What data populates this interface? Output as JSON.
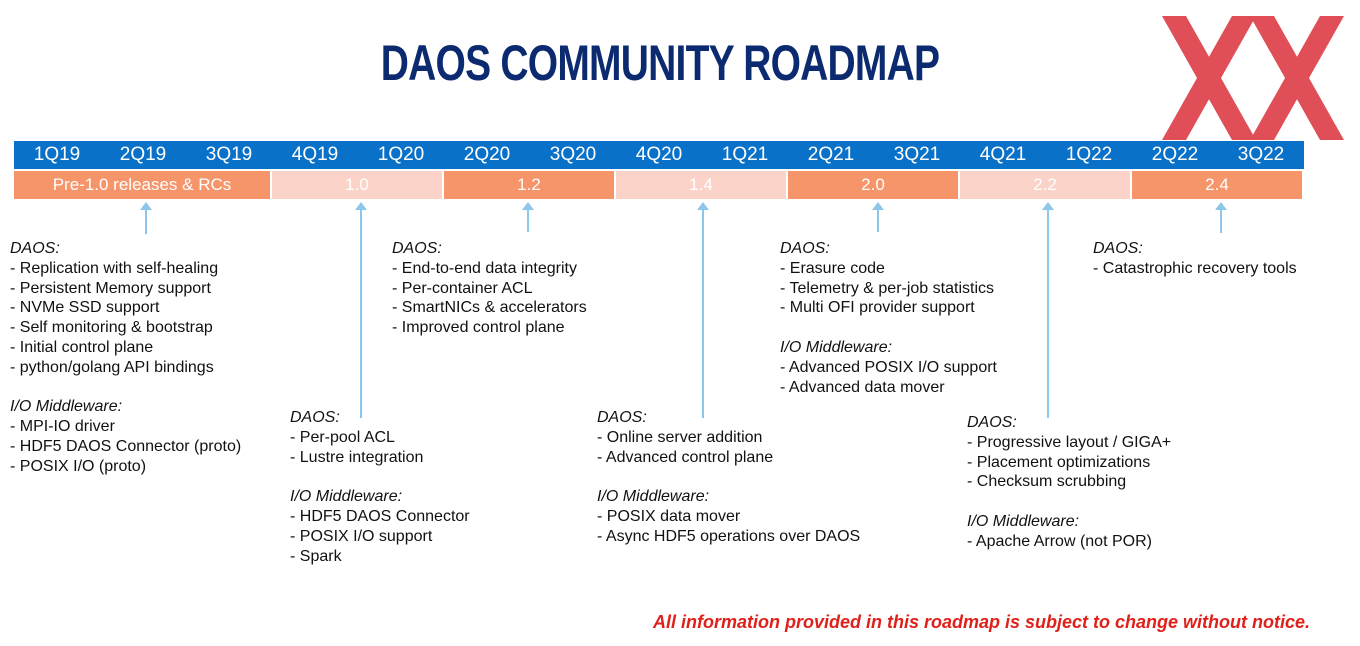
{
  "title": "DAOS COMMUNITY ROADMAP",
  "logo_icon": "red-x-logo-icon",
  "colors": {
    "quarter_bar": "#0a71c9",
    "release_dark": "#f7956a",
    "release_light": "#fbd3c8",
    "arrow": "#8dc6ea",
    "title": "#0b2a6f",
    "disclaimer": "#e0201b"
  },
  "quarters": [
    "1Q19",
    "2Q19",
    "3Q19",
    "4Q19",
    "1Q20",
    "2Q20",
    "3Q20",
    "4Q20",
    "1Q21",
    "2Q21",
    "3Q21",
    "4Q21",
    "1Q22",
    "2Q22",
    "3Q22"
  ],
  "releases": [
    {
      "label": "Pre-1.0 releases & RCs",
      "span": 3,
      "shade": "dark"
    },
    {
      "label": "1.0",
      "span": 2,
      "shade": "light"
    },
    {
      "label": "1.2",
      "span": 2,
      "shade": "dark"
    },
    {
      "label": "1.4",
      "span": 2,
      "shade": "light"
    },
    {
      "label": "2.0",
      "span": 2,
      "shade": "dark"
    },
    {
      "label": "2.2",
      "span": 2,
      "shade": "light"
    },
    {
      "label": "2.4",
      "span": 2,
      "shade": "dark"
    }
  ],
  "blocks": [
    {
      "lines": [
        {
          "t": "DAOS:",
          "h": true
        },
        {
          "t": "- Replication with self-healing"
        },
        {
          "t": "- Persistent Memory support"
        },
        {
          "t": "- NVMe SSD support"
        },
        {
          "t": "- Self monitoring & bootstrap"
        },
        {
          "t": "- Initial control plane"
        },
        {
          "t": "- python/golang API bindings"
        },
        {
          "gap": true
        },
        {
          "t": "I/O Middleware:",
          "h": true
        },
        {
          "t": "- MPI-IO driver"
        },
        {
          "t": "- HDF5 DAOS Connector (proto)"
        },
        {
          "t": "- POSIX I/O (proto)"
        }
      ]
    },
    {
      "lines": [
        {
          "t": "DAOS:",
          "h": true
        },
        {
          "t": "- Per-pool ACL"
        },
        {
          "t": "- Lustre integration"
        },
        {
          "gap": true
        },
        {
          "t": "I/O Middleware:",
          "h": true
        },
        {
          "t": "- HDF5 DAOS Connector"
        },
        {
          "t": "- POSIX I/O support"
        },
        {
          "t": "- Spark"
        }
      ]
    },
    {
      "lines": [
        {
          "t": "DAOS:",
          "h": true
        },
        {
          "t": "- End-to-end data integrity"
        },
        {
          "t": "- Per-container ACL"
        },
        {
          "t": "- SmartNICs & accelerators"
        },
        {
          "t": "- Improved control plane"
        }
      ]
    },
    {
      "lines": [
        {
          "t": "DAOS:",
          "h": true
        },
        {
          "t": "- Online server addition"
        },
        {
          "t": "- Advanced control plane"
        },
        {
          "gap": true
        },
        {
          "t": "I/O Middleware:",
          "h": true
        },
        {
          "t": "- POSIX data mover"
        },
        {
          "t": "- Async HDF5 operations over DAOS"
        }
      ]
    },
    {
      "lines": [
        {
          "t": "DAOS:",
          "h": true
        },
        {
          "t": "- Erasure code"
        },
        {
          "t": "- Telemetry & per-job statistics"
        },
        {
          "t": "- Multi OFI provider support"
        },
        {
          "gap": true
        },
        {
          "t": "I/O Middleware:",
          "h": true
        },
        {
          "t": "- Advanced POSIX I/O support"
        },
        {
          "t": "- Advanced data mover"
        }
      ]
    },
    {
      "lines": [
        {
          "t": "DAOS:",
          "h": true
        },
        {
          "t": "- Progressive layout / GIGA+"
        },
        {
          "t": "- Placement optimizations"
        },
        {
          "t": "- Checksum scrubbing"
        },
        {
          "gap": true
        },
        {
          "t": "I/O Middleware:",
          "h": true
        },
        {
          "t": "- Apache Arrow (not POR)"
        }
      ]
    },
    {
      "lines": [
        {
          "t": "DAOS:",
          "h": true
        },
        {
          "t": "- Catastrophic recovery tools"
        }
      ]
    }
  ],
  "disclaimer": "All information provided in this roadmap is subject to change without notice."
}
